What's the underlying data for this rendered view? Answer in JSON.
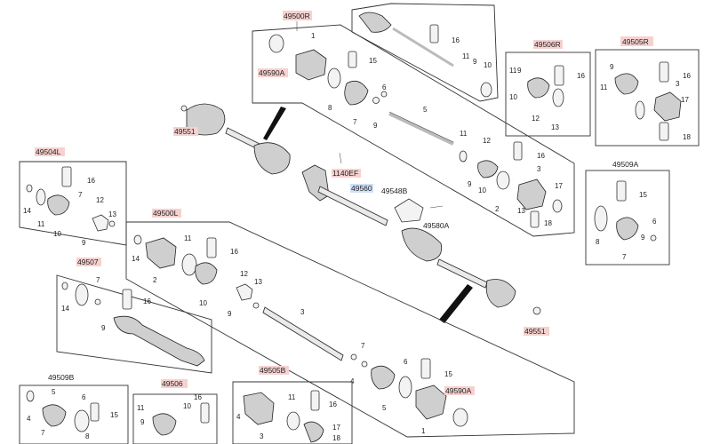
{
  "colors": {
    "ref_highlight": "#f6d1cf",
    "ref_selected": "#cfe0f6",
    "line": "#333333"
  },
  "refs": {
    "r49500R": "49500R",
    "r49590A_top": "49590A",
    "r49506R": "49506R",
    "r49505R": "49505R",
    "r49551_left": "49551",
    "r1140EF": "1140EF",
    "r49560": "49560",
    "r49548B": "49548B",
    "r49580A": "49580A",
    "r49509A": "49509A",
    "r49504L": "49504L",
    "r49500L": "49500L",
    "r49507": "49507",
    "r49551_right": "49551",
    "r49509B": "49509B",
    "r49506": "49506",
    "r49505B": "49505B",
    "r49590A_bottom": "49590A"
  },
  "parts": {
    "rh_top": {
      "n1": "1",
      "n8a": "8",
      "n15a": "15",
      "n16a": "16",
      "n11a": "11",
      "n9a": "9",
      "n10a": "10",
      "n7a": "7",
      "n6a": "6",
      "n9b": "9",
      "n5": "5",
      "n11b": "11",
      "n12": "12",
      "n16b": "16",
      "n2": "2",
      "n3": "3",
      "n17": "17",
      "n13": "13",
      "n18": "18",
      "n10b": "10",
      "n9c": "9"
    },
    "b49506R": {
      "n16": "16",
      "n11": "11",
      "n9": "9",
      "n10": "10",
      "n12": "12",
      "n13": "13"
    },
    "b49505R": {
      "n11": "11",
      "n9": "9",
      "n16": "16",
      "n3": "3",
      "n17": "17",
      "n18": "18"
    },
    "b49509A": {
      "n15": "15",
      "n6": "6",
      "n8": "8",
      "n7": "7",
      "n9": "9"
    },
    "b49504L": {
      "n16": "16",
      "n14": "14",
      "n7": "7",
      "n12": "12",
      "n13": "13",
      "n11": "11",
      "n10": "10",
      "n9": "9"
    },
    "lh_main": {
      "n14": "14",
      "n11": "11",
      "n16": "16",
      "n2": "2",
      "n12": "12",
      "n13": "13",
      "n10": "10",
      "n9": "9",
      "n3": "3",
      "n7": "7",
      "n4": "4",
      "n6": "6",
      "n5": "5",
      "n15": "15",
      "n1": "1"
    },
    "b49507": {
      "n14": "14",
      "n7": "7",
      "n9": "9",
      "n16": "16"
    },
    "b49509B": {
      "n5": "5",
      "n6": "6",
      "n4": "4",
      "n7": "7",
      "n8": "8",
      "n9": "9",
      "n15": "15"
    },
    "b49506": {
      "n11": "11",
      "n16": "16",
      "n9": "9",
      "n10": "10"
    },
    "b49505B": {
      "n11": "11",
      "n16": "16",
      "n18": "18",
      "n17": "17",
      "n3": "3",
      "n4": "4"
    }
  }
}
